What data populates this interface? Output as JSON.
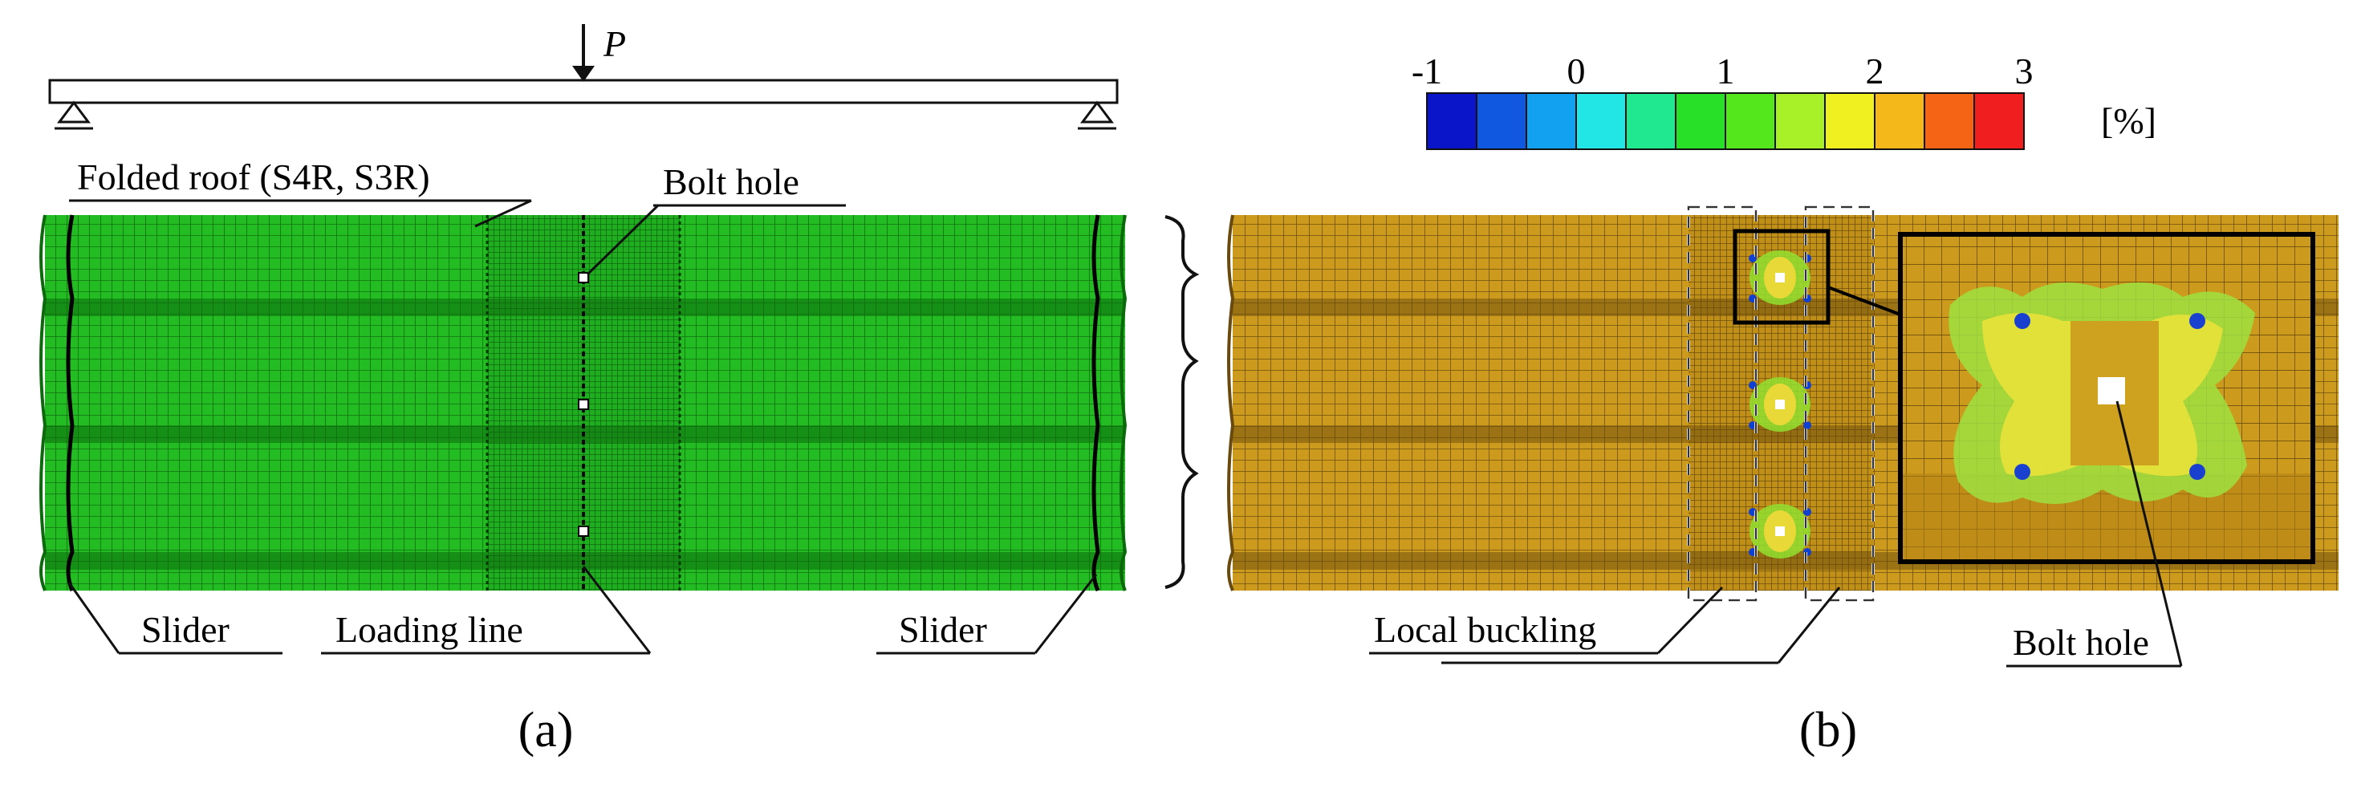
{
  "panel_a": {
    "load_label": "P",
    "labels": {
      "folded_roof": "Folded roof (S4R, S3R)",
      "bolt_hole": "Bolt hole",
      "slider_left": "Slider",
      "loading_line": "Loading line",
      "slider_right": "Slider"
    },
    "caption": "(a)"
  },
  "panel_b": {
    "colorbar": {
      "ticks": [
        "-1",
        "0",
        "1",
        "2",
        "3"
      ],
      "unit": "[%]",
      "colors": [
        "#0a14c8",
        "#1058e0",
        "#12a0f0",
        "#22e6e6",
        "#20e890",
        "#28e028",
        "#54e81c",
        "#a8f028",
        "#f0f020",
        "#f5b81a",
        "#f56414",
        "#f01e1e"
      ]
    },
    "labels": {
      "local_buckling": "Local buckling",
      "bolt_hole": "Bolt hole"
    },
    "caption": "(b)"
  },
  "colors": {
    "mesh_a": "#23bd23",
    "mesh_b": "#cc9a1c",
    "line": "#111111"
  }
}
